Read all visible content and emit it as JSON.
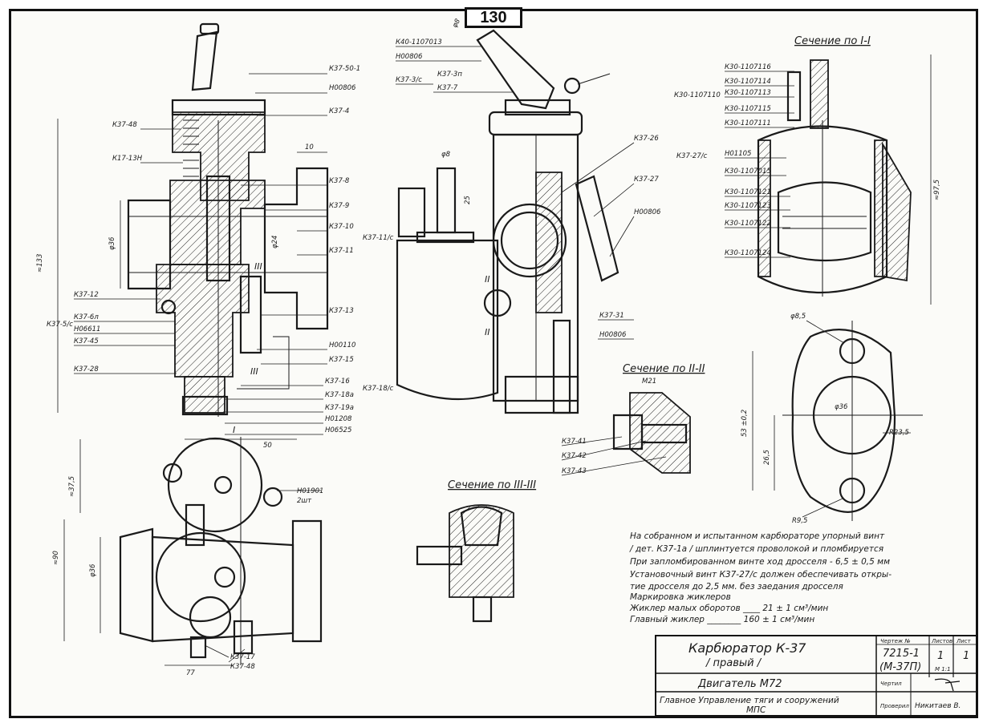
{
  "page_number": "130",
  "section_titles": {
    "s1": "Сечение по I-I",
    "s2": "Сечение по II-II",
    "s3": "Сечение по III-III"
  },
  "left_view_labels": [
    "К37-50-1",
    "Н00806",
    "К37-4",
    "К37-8",
    "К37-9",
    "К37-10",
    "К37-11",
    "К37-13",
    "Н00110",
    "К37-15",
    "К37-16",
    "К37-18а",
    "К37-19а",
    "Н01208",
    "Н06525"
  ],
  "left_view_left_labels": [
    "К37-48",
    "К17-13Н",
    "К37-12",
    "К37-6л",
    "Н06611",
    "К37-45",
    "К37-28"
  ],
  "left_view_callouts": {
    "k37_11c": "К37-11/с",
    "k37_18c": "К37-18/с",
    "k37_5c": "К37-5/с"
  },
  "left_view_dims": {
    "d10": "10",
    "d36": "φ36",
    "d24": "φ24",
    "d133": "≈133"
  },
  "center_view_labels": [
    "К40-1107013",
    "Н00806",
    "К37-3/с",
    "К37-3п",
    "К37-7",
    "К37-26",
    "К37-27/с",
    "К37-27",
    "Н00806",
    "К37-31",
    "Н00806"
  ],
  "center_view_dims": {
    "d8": "φ8",
    "d25": "25",
    "d8b": "φ8"
  },
  "roman_marks": [
    "II",
    "II",
    "III",
    "III",
    "I"
  ],
  "section1_labels": [
    "К30-1107116",
    "К30-1107114",
    "К30-1107113",
    "К30-1107115",
    "К30-1107111",
    "К30-1107110",
    "Н01105",
    "К30-1107015",
    "К30-1107121",
    "К30-1107123",
    "К30-1107122",
    "К30-1107124"
  ],
  "section1_dim": "≈97,5",
  "section2_labels": [
    "М21",
    "К37-41",
    "К37-42",
    "К37-43"
  ],
  "flange_dims": {
    "hole": "φ8,5",
    "bore": "φ36",
    "radius": "R23,5",
    "height": "53 ±0,2",
    "half": "26,5",
    "corner": "R9,5"
  },
  "bottom_view_labels": [
    "Н01901",
    "2шт",
    "К37-17",
    "К37-48"
  ],
  "bottom_view_dims": {
    "d50": "50",
    "d37": "≈37,5",
    "d90": "≈90",
    "d36": "φ36",
    "d77": "77"
  },
  "notes": [
    "На собранном и испытанном карбюраторе упорный винт",
    "/ дет. К37-1а / шплинтуется проволокой и пломбируется",
    "При запломбированном винте ход дросселя - 6,5 ± 0,5 мм",
    "Установочный винт К37-27/с должен обеспечивать откры-",
    "тие дросселя до 2,5 мм. без заедания дросселя",
    "Маркировка жиклеров",
    "Жиклер малых оборотов ____ 21 ± 1 см³/мин",
    "Главный жиклер ________ 160 ± 1 см³/мин"
  ],
  "title_block": {
    "name": "Карбюратор К-37",
    "name_sub": "/ правый /",
    "engine": "Двигатель М72",
    "org_line1": "Главное Управление тяги и сооружений",
    "org_line2": "МПС",
    "drawing_no_label": "Чертеж №",
    "drawing_no": "7215-1",
    "drawing_no_sub": "(М-37П)",
    "sheet_label": "Листов",
    "sheet_label2": "Лист",
    "sheets": "1",
    "sheet": "1",
    "scale": "М 1:1",
    "drawn_label": "Чертил",
    "checked_label": "Проверил",
    "checked_name": "Никитаев В."
  }
}
